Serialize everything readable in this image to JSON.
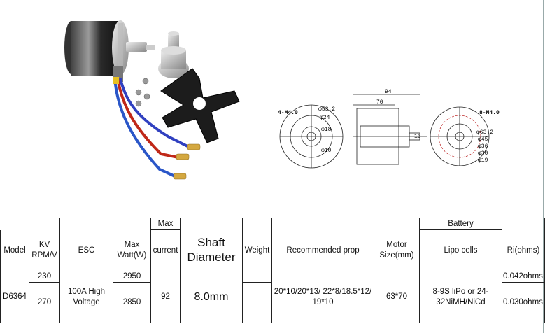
{
  "table": {
    "headers": {
      "model": "Model",
      "kv": "KV RPM/V",
      "esc": "ESC",
      "max_watt": "Max Watt(W)",
      "max": "Max",
      "current": "current",
      "shaft": "Shaft Diameter",
      "weight": "Weight",
      "prop": "Recommended prop",
      "motor_size": "Motor Size(mm)",
      "battery": "Battery",
      "lipo": "Lipo cells",
      "ri": "Ri(ohms)"
    },
    "row": {
      "model": "D6364",
      "kv": [
        "230",
        "270"
      ],
      "esc": "100A High Voltage",
      "watt": [
        "2950",
        "2850"
      ],
      "current": "92",
      "shaft": "8.0mm",
      "weight": "",
      "prop": "20*10/20*13/ 22*8/18.5*12/ 19*10",
      "motor_size": "63*70",
      "battery": "8-9S liPo or 24-32NiMH/NiCd",
      "ri": [
        "0.042ohms",
        "0.030ohms"
      ]
    }
  },
  "drawing": {
    "dim_94": "94",
    "dim_70": "70",
    "dim_10": "10",
    "left_holes": "4-M4.0",
    "right_holes": "8-M4.0",
    "left_diams": [
      "φ53.2",
      "φ24",
      "φ18",
      "φ10"
    ],
    "right_diams": [
      "φ63.2",
      "φ45",
      "φ36",
      "φ30",
      "φ19"
    ]
  }
}
